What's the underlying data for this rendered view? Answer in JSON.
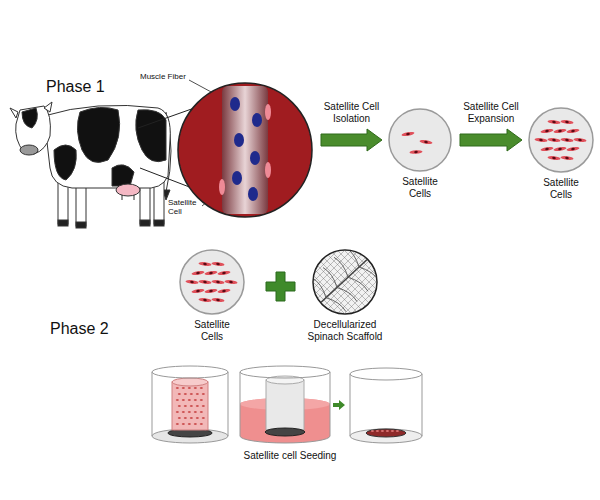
{
  "diagram": {
    "nodes": [
      {
        "text": [
          "Muscle Fiber",
          "Satellite Cell"
        ]
      },
      {
        "text": [
          "Satellite Cells"
        ]
      },
      {
        "text": [
          "Satellite Cells"
        ]
      },
      {
        "text": [
          "Satellite Cells"
        ]
      },
      {
        "text": [
          "Decellularized Spinach Scaffold"
        ]
      }
    ],
    "edges": [
      {
        "from": 0,
        "to": 1,
        "arrow": "to",
        "label": "Satellite Cell Isolation"
      },
      {
        "from": 1,
        "to": 2,
        "arrow": "to",
        "label": "Satellite Cell Expansion"
      }
    ],
    "labels": [
      "Phase 1",
      "Phase 2",
      "Satellite cell Seeding"
    ]
  }
}
